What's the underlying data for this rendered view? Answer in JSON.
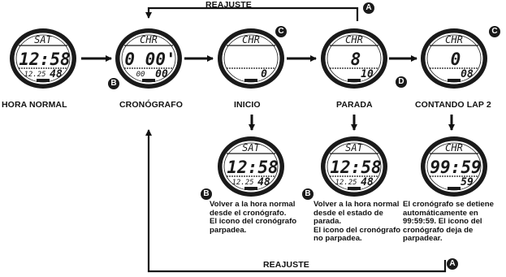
{
  "top_flow": {
    "reset_label": "REAJUSTE",
    "states": [
      {
        "caption": "HORA NORMAL",
        "display": {
          "top": "SAT",
          "main": "12:58",
          "sub_left": "12.25",
          "sub_right": "48"
        }
      },
      {
        "caption": "CRONÓGRAFO",
        "display": {
          "top": "CHR",
          "main": "0 00'",
          "sub_left": "00",
          "sub_right": "00"
        }
      },
      {
        "caption": "INICIO",
        "display": {
          "top": "CHR",
          "main": "",
          "sub_left": "",
          "sub_right": "0"
        }
      },
      {
        "caption": "PARADA",
        "display": {
          "top": "CHR",
          "main": "8",
          "sub_left": "",
          "sub_right": "10"
        }
      },
      {
        "caption": "CONTANDO LAP 2",
        "display": {
          "top": "CHR",
          "main": "0",
          "sub_left": "",
          "sub_right": "08"
        }
      }
    ]
  },
  "bottom_flow": {
    "reset_label": "REAJUSTE",
    "states": [
      {
        "display": {
          "top": "SAT",
          "main": "12:58",
          "sub_left": "12.25",
          "sub_right": "48"
        },
        "caption_lines": [
          "Volver a la hora normal",
          "desde el cronógrafo.",
          "El icono del cronógrafo",
          "parpadea."
        ]
      },
      {
        "display": {
          "top": "SAT",
          "main": "12:58",
          "sub_left": "12.25",
          "sub_right": "48"
        },
        "caption_lines": [
          "Volver a la hora normal",
          "desde el estado de",
          "parada.",
          "El icono del cronógrafo",
          "no parpadea."
        ]
      },
      {
        "display": {
          "top": "CHR",
          "main": "99:59",
          "sub_left": "",
          "sub_right": "59"
        },
        "caption_lines": [
          "El cronógrafo se detiene",
          "automáticamente en",
          "99:59:59. El icono del",
          "cronógrafo deja de",
          "parpadear."
        ]
      }
    ]
  },
  "buttons": {
    "a": "A",
    "b": "B",
    "c": "C",
    "d": "D"
  },
  "colors": {
    "ink": "#1a1a1a",
    "face": "#ffffff",
    "line": "#111111"
  }
}
